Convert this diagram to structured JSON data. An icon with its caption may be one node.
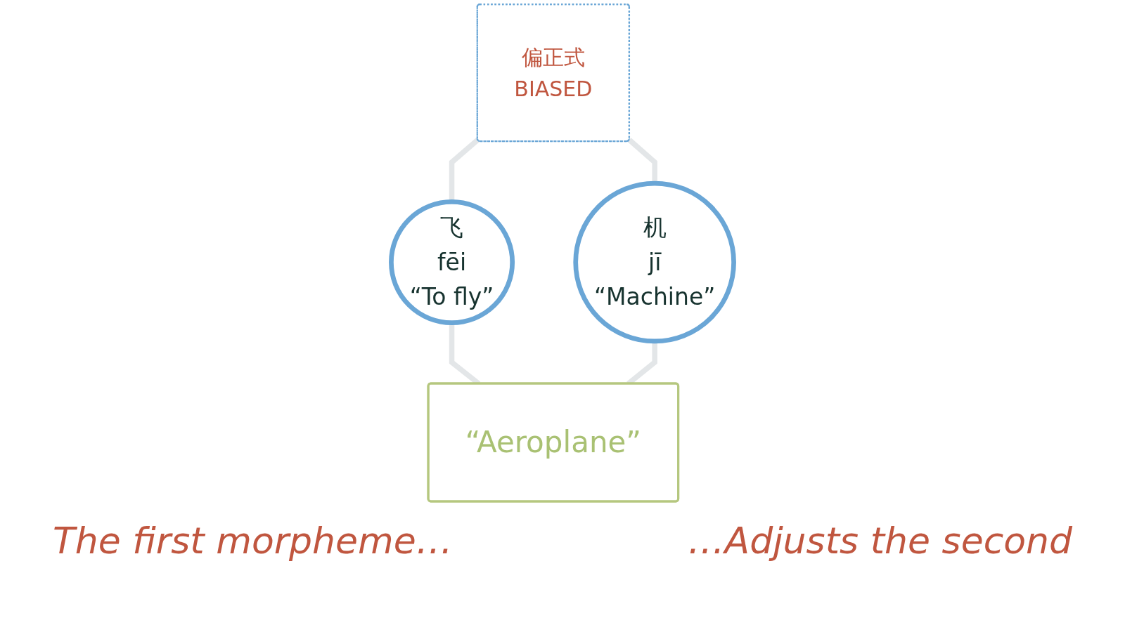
{
  "diagram": {
    "nodes": [
      {
        "text": [
          "偏正式",
          "BIASED"
        ]
      },
      {
        "text": [
          "飞",
          "fēi",
          "“To fly”"
        ]
      },
      {
        "text": [
          "机",
          "jī",
          "“Machine”"
        ]
      },
      {
        "text": [
          "“Aeroplane”"
        ]
      }
    ],
    "edges": [
      {
        "from": 0,
        "to": 1,
        "arrow": "none"
      },
      {
        "from": 0,
        "to": 2,
        "arrow": "none"
      },
      {
        "from": 1,
        "to": 3,
        "arrow": "none"
      },
      {
        "from": 2,
        "to": 3,
        "arrow": "none"
      }
    ],
    "labels": [
      "The first morpheme…",
      "…Adjusts the second"
    ]
  }
}
